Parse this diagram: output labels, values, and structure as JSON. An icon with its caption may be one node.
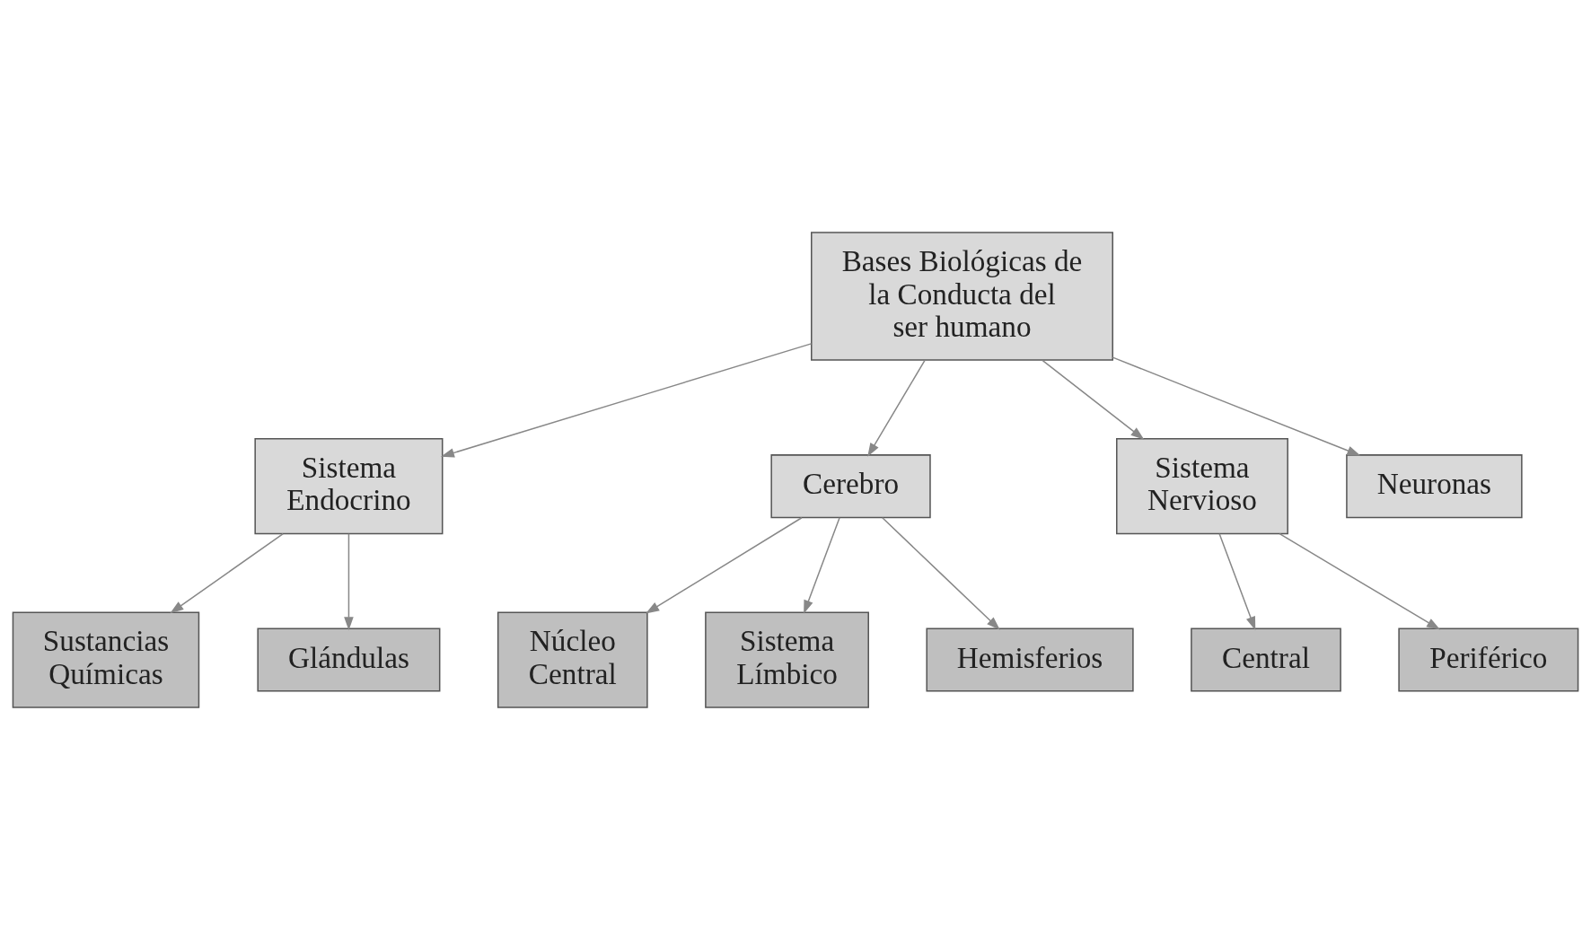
{
  "diagram": {
    "nodes": [
      {
        "text": [
          "Bases Biológicas de la Conducta del ser humano"
        ]
      },
      {
        "text": [
          "Sistema Endocrino"
        ]
      },
      {
        "text": [
          "Sustancias Químicas"
        ]
      },
      {
        "text": [
          "Glándulas"
        ]
      },
      {
        "text": [
          "Núcleo Central"
        ]
      },
      {
        "text": [
          "Sistema Límbico"
        ]
      },
      {
        "text": [
          "Cerebro"
        ]
      },
      {
        "text": [
          "Hemisferios"
        ]
      },
      {
        "text": [
          "Sistema Nervioso"
        ]
      },
      {
        "text": [
          "Neuronas"
        ]
      },
      {
        "text": [
          "Central"
        ]
      },
      {
        "text": [
          "Periférico"
        ]
      }
    ],
    "edges": [
      {
        "from": 0,
        "to": 1,
        "arrow": "to"
      },
      {
        "from": 1,
        "to": 2,
        "arrow": "to"
      },
      {
        "from": 1,
        "to": 3,
        "arrow": "to"
      },
      {
        "from": 0,
        "to": 6,
        "arrow": "to"
      },
      {
        "from": 6,
        "to": 4,
        "arrow": "to"
      },
      {
        "from": 6,
        "to": 5,
        "arrow": "to"
      },
      {
        "from": 6,
        "to": 7,
        "arrow": "to"
      },
      {
        "from": 0,
        "to": 8,
        "arrow": "to"
      },
      {
        "from": 8,
        "to": 10,
        "arrow": "to"
      },
      {
        "from": 8,
        "to": 11,
        "arrow": "to"
      },
      {
        "from": 0,
        "to": 9,
        "arrow": "to"
      }
    ]
  }
}
